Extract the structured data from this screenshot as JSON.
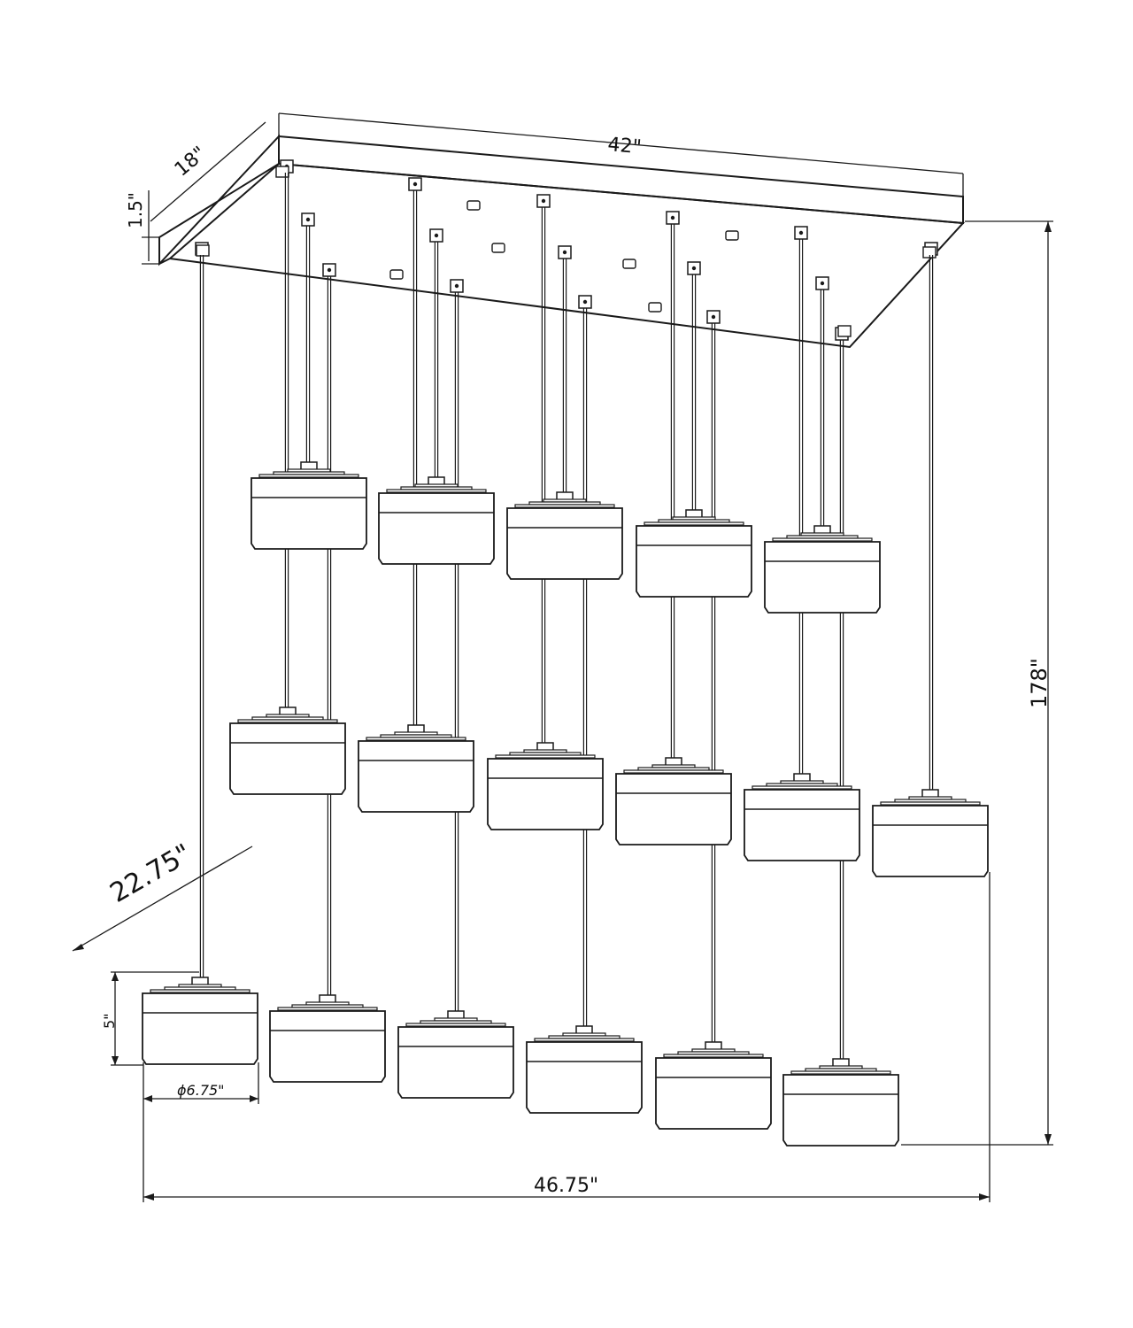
{
  "dimensions": {
    "canopy_length": "42\"",
    "canopy_depth": "18\"",
    "canopy_height": "1.5\"",
    "overall_height": "178\"",
    "overall_depth": "22.75\"",
    "overall_width": "46.75\"",
    "shade_height": "5\"",
    "shade_diameter": "ϕ6.75\""
  },
  "style": {
    "line_color": "#1a1a1a",
    "background": "#ffffff"
  },
  "fixture": {
    "pendant_count": 17,
    "rows": 3
  }
}
